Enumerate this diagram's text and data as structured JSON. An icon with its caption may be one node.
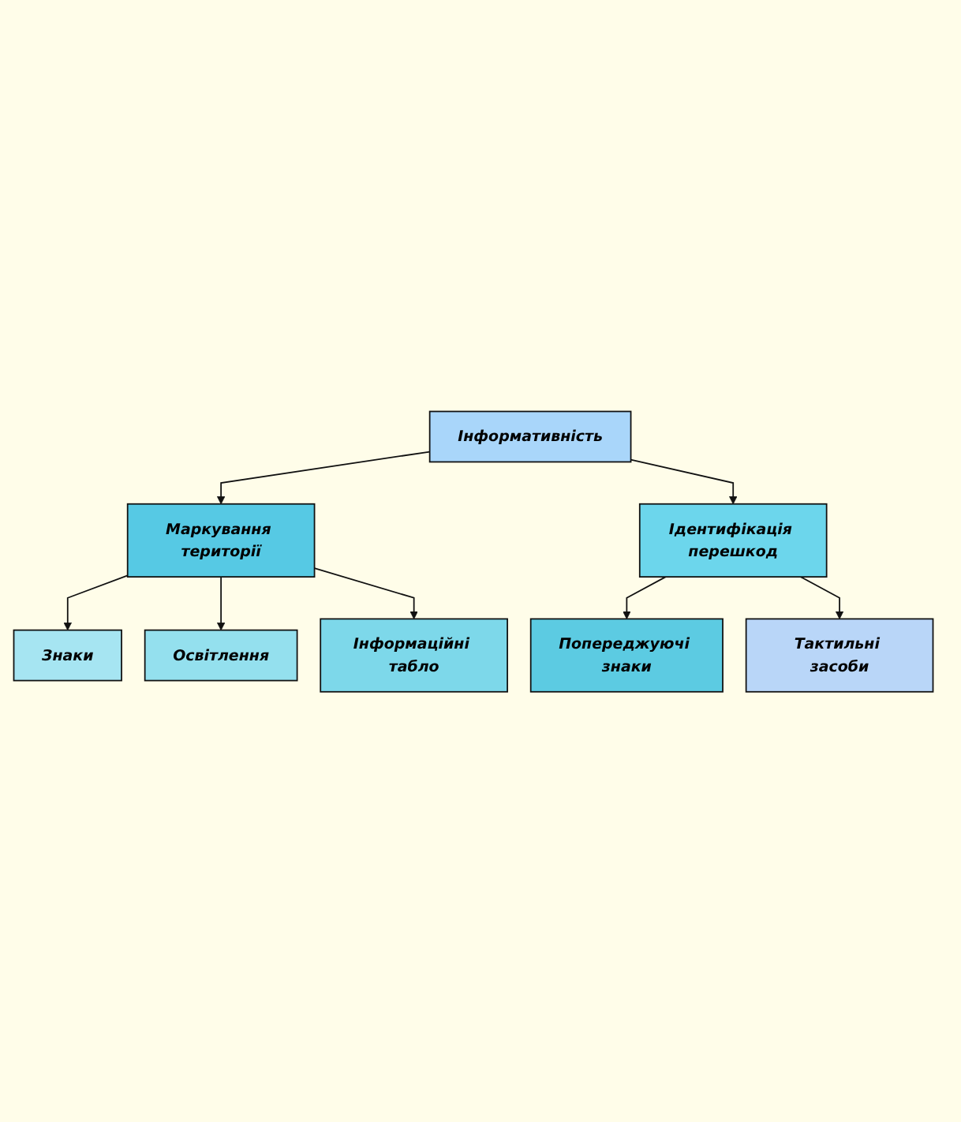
{
  "diagram": {
    "nodes": [
      {
        "text": [
          "Інформативність"
        ]
      },
      {
        "text": [
          "Маркування території"
        ]
      },
      {
        "text": [
          "Ідентифікація перешкод"
        ]
      },
      {
        "text": [
          "Знаки"
        ]
      },
      {
        "text": [
          "Освітлення"
        ]
      },
      {
        "text": [
          "Інформаційні табло"
        ]
      },
      {
        "text": [
          "Попереджуючі знаки"
        ]
      },
      {
        "text": [
          "Тактильні засоби"
        ]
      }
    ],
    "edges": [
      {
        "from": 0,
        "to": 1,
        "arrow": "to"
      },
      {
        "from": 0,
        "to": 2,
        "arrow": "to"
      },
      {
        "from": 1,
        "to": 3,
        "arrow": "to"
      },
      {
        "from": 1,
        "to": 4,
        "arrow": "to"
      },
      {
        "from": 1,
        "to": 5,
        "arrow": "to"
      },
      {
        "from": 2,
        "to": 6,
        "arrow": "to"
      },
      {
        "from": 2,
        "to": 7,
        "arrow": "to"
      }
    ]
  }
}
